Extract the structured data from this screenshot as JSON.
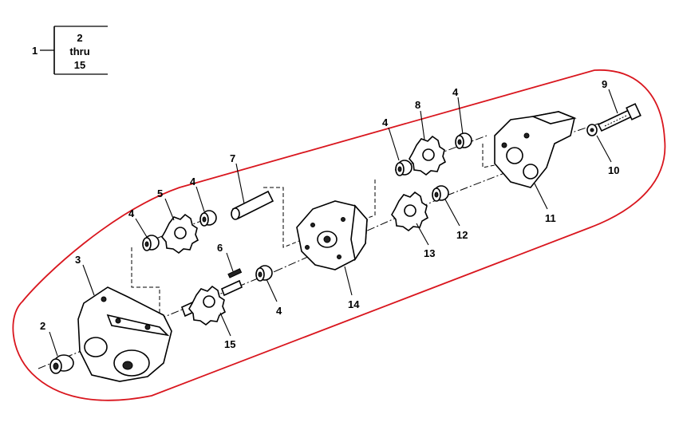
{
  "group_box": {
    "item": "1",
    "range_start": "2",
    "range_word": "thru",
    "range_end": "15"
  },
  "callouts": {
    "c2": "2",
    "c3": "3",
    "c4a": "4",
    "c4b": "4",
    "c4c": "4",
    "c4d": "4",
    "c4e": "4",
    "c5": "5",
    "c6": "6",
    "c7": "7",
    "c8": "8",
    "c9": "9",
    "c10": "10",
    "c11": "11",
    "c12": "12",
    "c13": "13",
    "c14": "14",
    "c15": "15"
  },
  "colors": {
    "highlight_outline": "#d9161e",
    "ink": "#000000"
  }
}
